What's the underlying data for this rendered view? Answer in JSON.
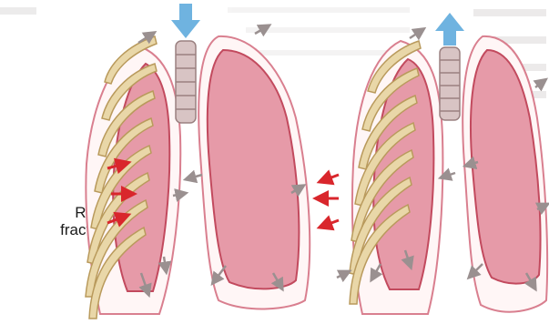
{
  "figure": {
    "label_line_1": "Rib",
    "label_line_2": "fracture"
  },
  "colors": {
    "page_background": "#ffffff",
    "faded_text": "#c9c6c6",
    "lung_fill": "#e69aa8",
    "lung_outline": "#c24a5e",
    "pleura_line": "#d97f8f",
    "rib_fill": "#e9d7a8",
    "rib_outline": "#b99a5c",
    "trachea_fill": "#d8c4c4",
    "air_in_arrow": "#6fb3e0",
    "air_out_arrow": "#6fb3e0",
    "pressure_arrow": "#9a9090",
    "leak_arrow": "#d9262c"
  },
  "panels": [
    {
      "name": "left-panel",
      "airflow": "inward",
      "leak_direction": "inward"
    },
    {
      "name": "right-panel",
      "airflow": "outward",
      "leak_direction": "outward"
    }
  ]
}
